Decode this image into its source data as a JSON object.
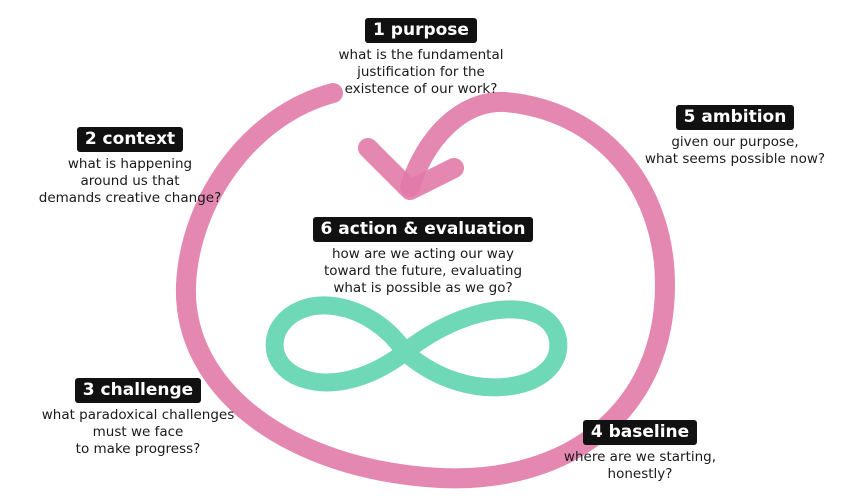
{
  "colors": {
    "loop": "#e17aa9",
    "infinity": "#5fd4ae",
    "label_bg": "#111111",
    "label_text": "#ffffff"
  },
  "steps": [
    {
      "label": "1 purpose",
      "lines": [
        "what is the fundamental",
        "justification for the",
        "existence of our work?"
      ]
    },
    {
      "label": "2 context",
      "lines": [
        "what is happening",
        "around us that",
        "demands creative change?"
      ]
    },
    {
      "label": "3 challenge",
      "lines": [
        "what paradoxical challenges",
        "must we face",
        "to make progress?"
      ]
    },
    {
      "label": "4 baseline",
      "lines": [
        "where are we starting,",
        "honestly?"
      ]
    },
    {
      "label": "5 ambition",
      "lines": [
        "given our purpose,",
        "what seems possible now?"
      ]
    },
    {
      "label": "6 action & evaluation",
      "lines": [
        "how are we acting our way",
        "toward the future, evaluating",
        "what is possible as we go?"
      ]
    }
  ]
}
